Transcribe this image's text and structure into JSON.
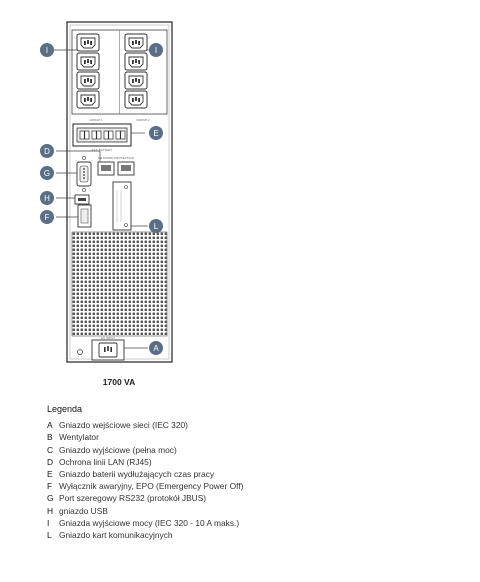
{
  "diagram": {
    "model_label": "1700 VA",
    "labels": {
      "outlets_left": "I",
      "outlets_right": "I",
      "battery": "E",
      "lan": "D",
      "rs232": "G",
      "usb": "H",
      "epo": "F",
      "card_slot": "L",
      "mains_input": "A"
    },
    "small_text": {
      "outlet_caption_left": "GROUP 1",
      "outlet_caption_right": "GROUP 2",
      "battery_caption": "EXT. BATTERY",
      "lan_caption": "NETWORK PROTECTION",
      "input_caption": "AC INPUT"
    }
  },
  "legend": {
    "title": "Legenda",
    "items": [
      {
        "key": "A",
        "text": "Gniazdo wejściowe sieci (IEC 320)"
      },
      {
        "key": "B",
        "text": "Wentylator"
      },
      {
        "key": "C",
        "text": "Gniazdo wyjściowe (pełna moc)"
      },
      {
        "key": "D",
        "text": "Ochrona linii LAN (RJ45)"
      },
      {
        "key": "E",
        "text": "Gniazdo baterii wydłużających czas pracy"
      },
      {
        "key": "F",
        "text": "Wyłącznik awaryjny, EPO (Emergency Power Off)"
      },
      {
        "key": "G",
        "text": "Port szeregowy RS232 (protokół JBUS)"
      },
      {
        "key": "H",
        "text": "gniazdo USB"
      },
      {
        "key": "I",
        "text": "Gniazda wyjściowe mocy (IEC 320 - 10 A maks.)"
      },
      {
        "key": "L",
        "text": "Gniazdo kart komunikacyjnych"
      }
    ]
  },
  "colors": {
    "badge": "#5a6e86",
    "line": "#333333",
    "panel": "#ffffff"
  }
}
